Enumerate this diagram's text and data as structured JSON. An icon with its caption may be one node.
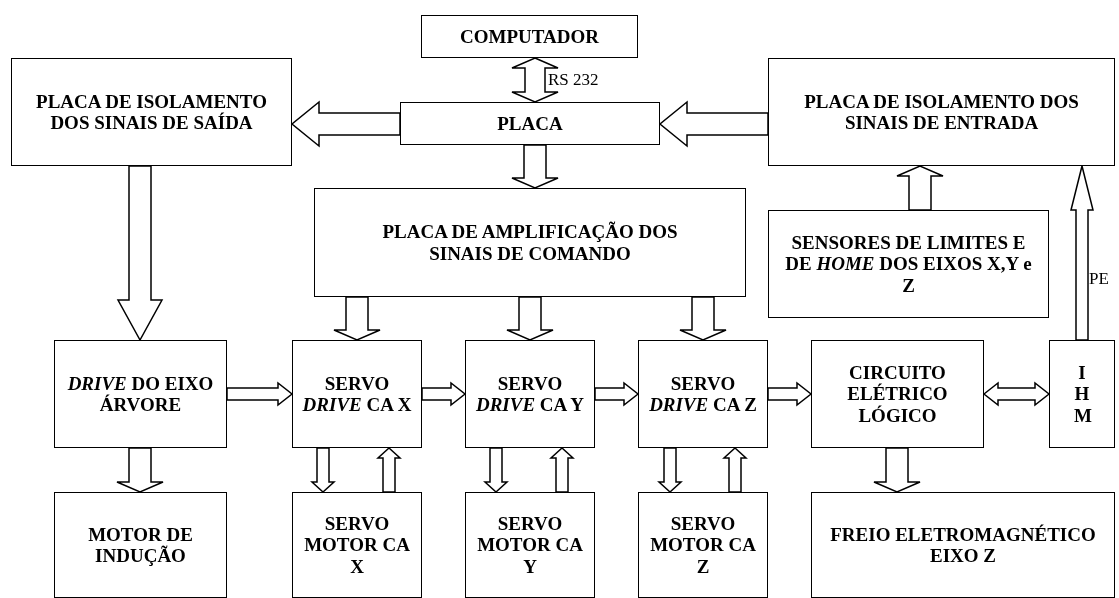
{
  "diagram": {
    "nodes": [
      {
        "text": [
          "COMPUTADOR"
        ]
      },
      {
        "text": [
          "PLACA"
        ]
      },
      {
        "text": [
          "PLACA DE ISOLAMENTO DOS SINAIS DE SAÍDA"
        ]
      },
      {
        "text": [
          "PLACA DE ISOLAMENTO DOS SINAIS DE ENTRADA"
        ]
      },
      {
        "text": [
          "PLACA DE AMPLIFICAÇÃO DOS SINAIS DE COMANDO"
        ]
      },
      {
        "text": [
          "SENSORES DE LIMITES E DE *HOME* DOS EIXOS X,Y e Z"
        ]
      },
      {
        "text": [
          "*DRIVE* DO EIXO ÁRVORE"
        ]
      },
      {
        "text": [
          "SERVO *DRIVE* CA X"
        ]
      },
      {
        "text": [
          "SERVO *DRIVE* CA Y"
        ]
      },
      {
        "text": [
          "SERVO *DRIVE* CA Z"
        ]
      },
      {
        "text": [
          "CIRCUITO ELÉTRICO LÓGICO"
        ]
      },
      {
        "text": [
          "I H M"
        ]
      },
      {
        "text": [
          "MOTOR DE INDUÇÃO"
        ]
      },
      {
        "text": [
          "SERVO MOTOR CA X"
        ]
      },
      {
        "text": [
          "SERVO MOTOR CA Y"
        ]
      },
      {
        "text": [
          "SERVO MOTOR CA Z"
        ]
      },
      {
        "text": [
          "FREIO ELETROMAGNÉTICO EIXO Z"
        ]
      }
    ],
    "edges": [
      {
        "from": 0,
        "to": 1,
        "arrow": "both",
        "label": "RS 232"
      },
      {
        "from": 1,
        "to": 2,
        "arrow": "to"
      },
      {
        "from": 3,
        "to": 1,
        "arrow": "to"
      },
      {
        "from": 1,
        "to": 4,
        "arrow": "to"
      },
      {
        "from": 5,
        "to": 3,
        "arrow": "to"
      },
      {
        "from": 2,
        "to": 6,
        "arrow": "to"
      },
      {
        "from": 11,
        "to": 3,
        "arrow": "to",
        "label": "PE"
      },
      {
        "from": 4,
        "to": 7,
        "arrow": "to"
      },
      {
        "from": 4,
        "to": 8,
        "arrow": "to"
      },
      {
        "from": 4,
        "to": 9,
        "arrow": "to"
      },
      {
        "from": 6,
        "to": 7,
        "arrow": "to"
      },
      {
        "from": 7,
        "to": 8,
        "arrow": "to"
      },
      {
        "from": 8,
        "to": 9,
        "arrow": "to"
      },
      {
        "from": 9,
        "to": 10,
        "arrow": "to"
      },
      {
        "from": 10,
        "to": 11,
        "arrow": "both"
      },
      {
        "from": 6,
        "to": 12,
        "arrow": "to"
      },
      {
        "from": 7,
        "to": 13,
        "arrow": "to"
      },
      {
        "from": 13,
        "to": 7,
        "arrow": "to"
      },
      {
        "from": 8,
        "to": 14,
        "arrow": "to"
      },
      {
        "from": 14,
        "to": 8,
        "arrow": "to"
      },
      {
        "from": 9,
        "to": 15,
        "arrow": "to"
      },
      {
        "from": 15,
        "to": 9,
        "arrow": "to"
      },
      {
        "from": 10,
        "to": 16,
        "arrow": "to"
      }
    ]
  }
}
